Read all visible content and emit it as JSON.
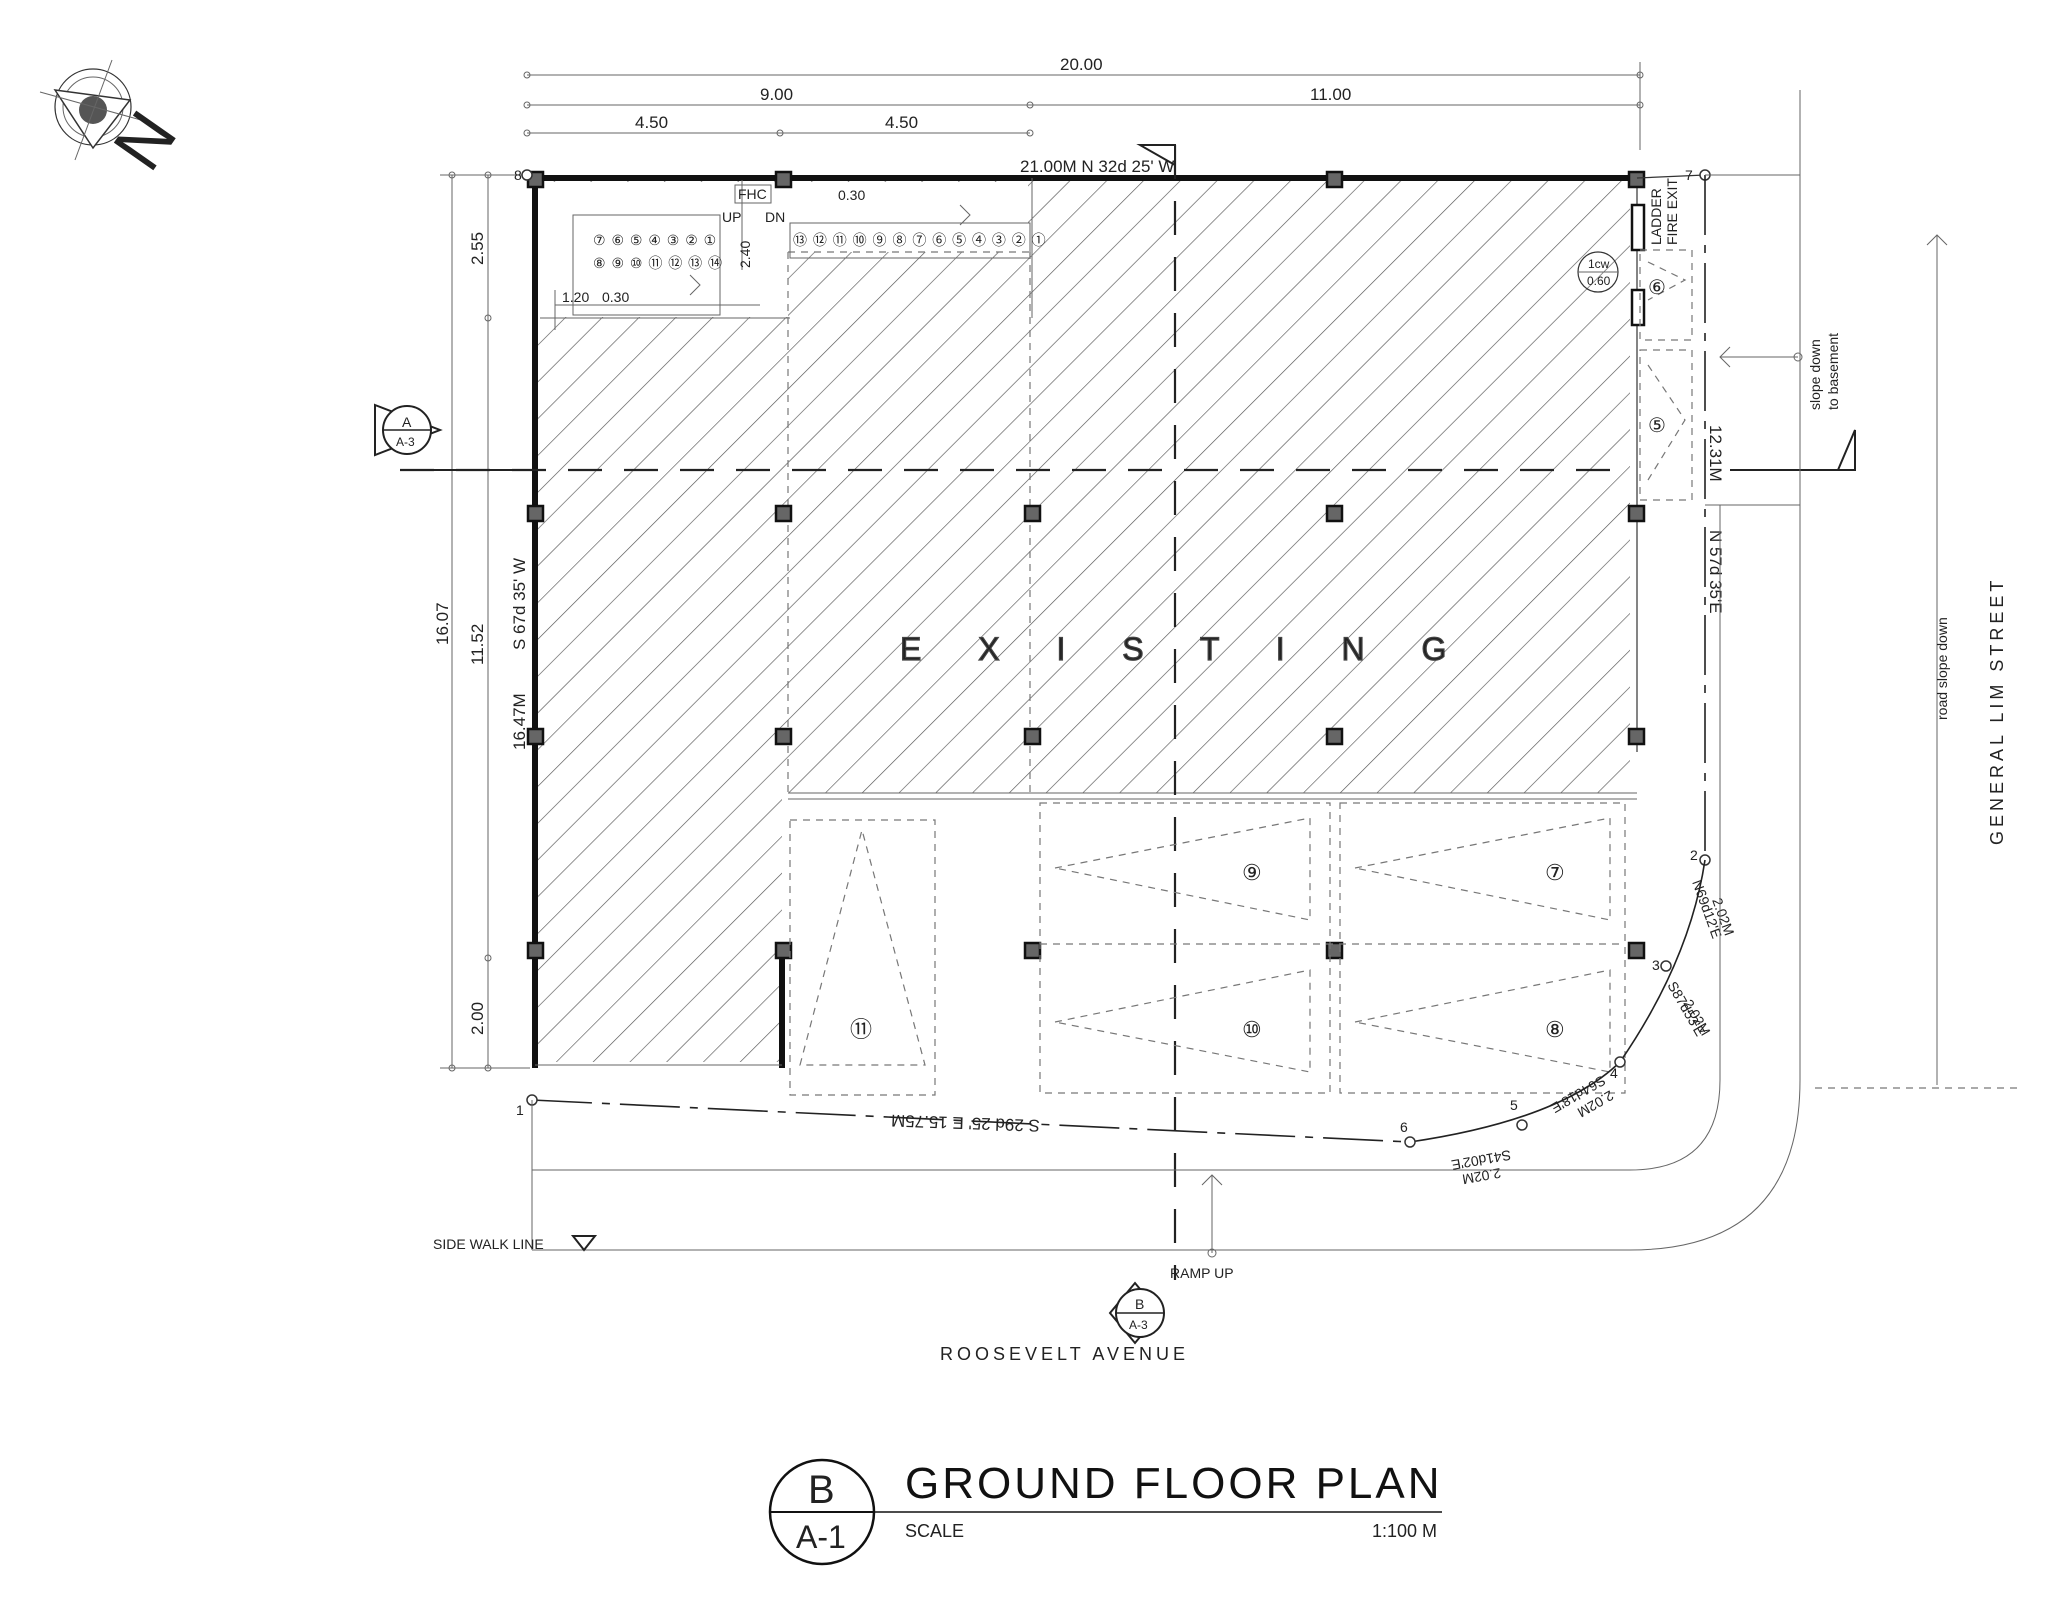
{
  "north": {
    "label": "N"
  },
  "dimensions_top": {
    "total": "20.00",
    "left": "9.00",
    "right": "11.00",
    "q1": "4.50",
    "q2": "4.50"
  },
  "dimensions_left": {
    "total": "16.07",
    "top": "2.55",
    "mid": "11.52",
    "bottom": "2.00"
  },
  "property_lines": {
    "north": "21.00M   N 32d 25' W",
    "west_bearing": "S 67d 35' W",
    "west_length": "16.47M",
    "east_length": "12.31M",
    "east_bearing": "N 57d 35'E",
    "south": "S 29d 25' E      15.75M"
  },
  "curve": [
    {
      "seg": "N69d12'E",
      "len": "2.02M"
    },
    {
      "seg": "S87d53'E",
      "len": "2.02M"
    },
    {
      "seg": "S64d18'E",
      "len": "2.02M"
    },
    {
      "seg": "S41d02'E",
      "len": "2.02M"
    }
  ],
  "stair": {
    "up": "UP",
    "dn": "DN",
    "fhc": "FHC",
    "w1": "1.20",
    "w2": "0.30",
    "w3": "0.30",
    "h": "2.40"
  },
  "stair_steps_left": [
    "⑦",
    "⑥",
    "⑤",
    "④",
    "③",
    "②",
    "①"
  ],
  "stair_steps_left2": [
    "⑧",
    "⑨",
    "⑩",
    "⑪",
    "⑫",
    "⑬",
    "⑭"
  ],
  "stair_steps_right": [
    "⑬",
    "⑫",
    "⑪",
    "⑩",
    "⑨",
    "⑧",
    "⑦",
    "⑥",
    "⑤",
    "④",
    "③",
    "②",
    "①"
  ],
  "hatch_label": "E X I S T I N G",
  "fire_exit": {
    "a": "LADDER",
    "b": "FIRE EXIT"
  },
  "cw": {
    "top": "1cw",
    "bottom": "0.60"
  },
  "parking": [
    "⑥",
    "⑤",
    "⑨",
    "⑦",
    "⑪",
    "⑩",
    "⑧"
  ],
  "slope_basement": {
    "a": "slope down",
    "b": "to basement"
  },
  "road_slope": "road slope down",
  "streets": {
    "east": "GENERAL LIM STREET",
    "south": "ROOSEVELT AVENUE"
  },
  "sidewalk": "SIDE WALK LINE",
  "ramp": "RAMP UP",
  "section_a": {
    "id": "A",
    "sheet": "A-3"
  },
  "section_b": {
    "id": "B",
    "sheet": "A-3"
  },
  "corners": [
    "8",
    "1",
    "2",
    "3",
    "4",
    "5",
    "6",
    "7"
  ],
  "title_block": {
    "id": "B",
    "sheet": "A-1",
    "title": "GROUND FLOOR PLAN",
    "scale_label": "SCALE",
    "scale": "1:100 M"
  }
}
